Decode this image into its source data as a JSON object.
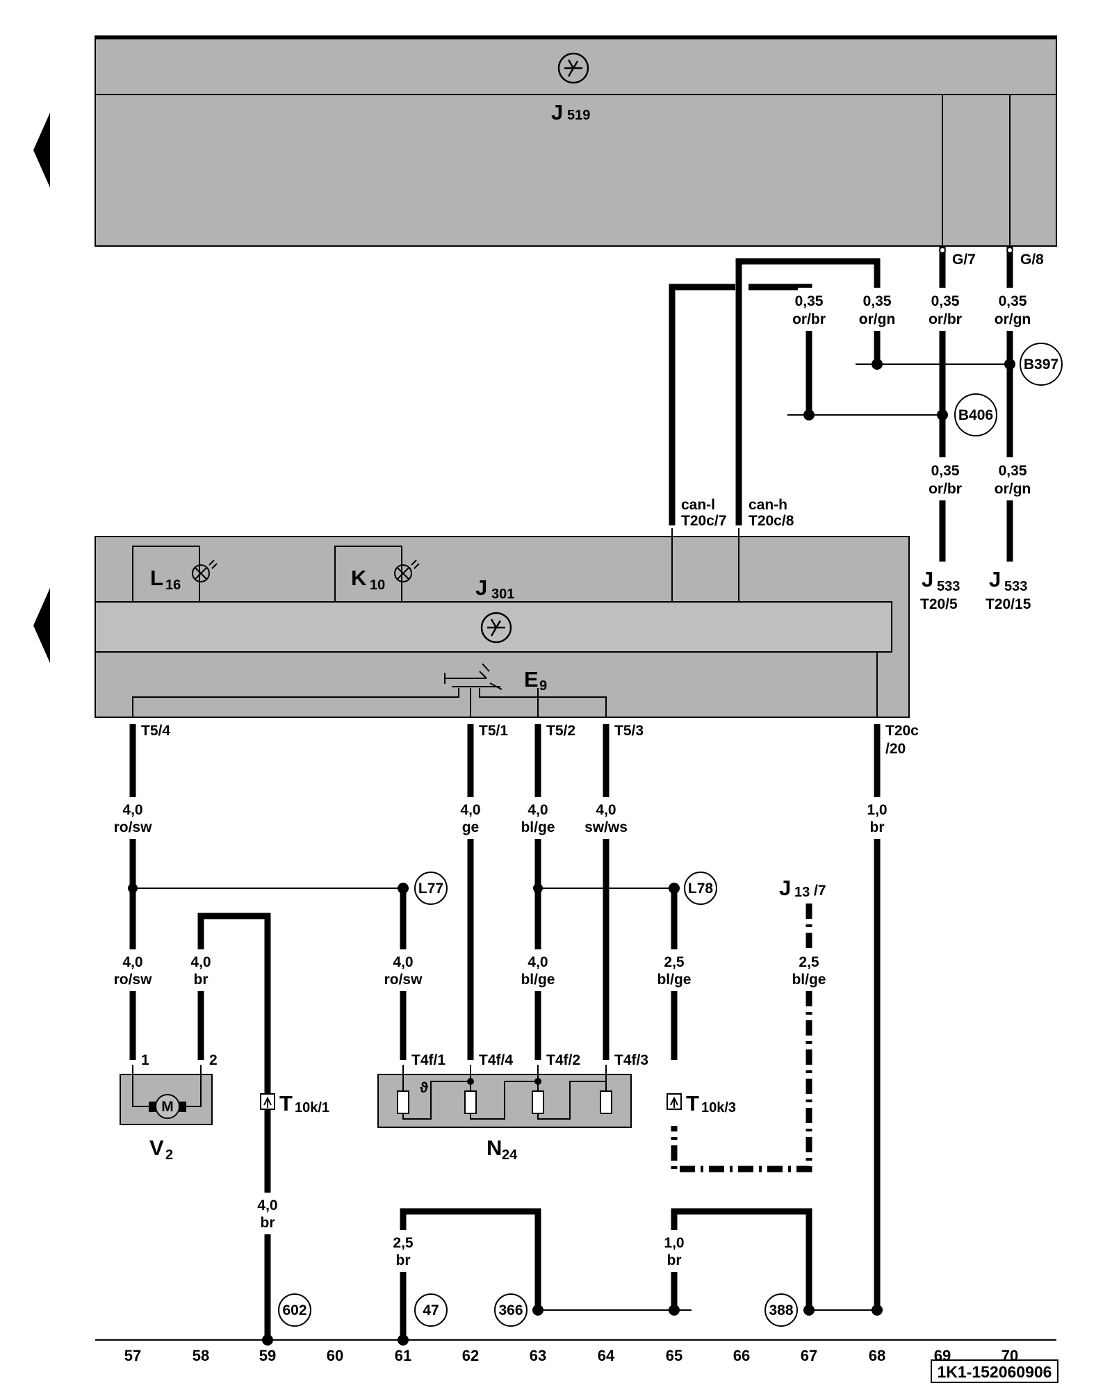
{
  "components": {
    "j519": {
      "name": "J",
      "sub": "519"
    },
    "j301": {
      "name": "J",
      "sub": "301"
    },
    "l16": {
      "name": "L",
      "sub": "16"
    },
    "k10": {
      "name": "K",
      "sub": "10"
    },
    "e9": {
      "name": "E",
      "sub": "9"
    },
    "v2": {
      "name": "V",
      "sub": "2"
    },
    "n24": {
      "name": "N",
      "sub": "24"
    },
    "j533a": {
      "name": "J",
      "sub": "533",
      "pin": "T20/5"
    },
    "j533b": {
      "name": "J",
      "sub": "533",
      "pin": "T20/15"
    },
    "j13": {
      "name": "J",
      "sub": "13",
      "pin": "/7"
    },
    "motor": "M",
    "theta": "ϑ"
  },
  "pins": {
    "g7": "G/7",
    "g8": "G/8",
    "canl1": "can-l",
    "canl2": "T20c/7",
    "canh1": "can-h",
    "canh2": "T20c/8",
    "t54": "T5/4",
    "t51": "T5/1",
    "t52": "T5/2",
    "t53": "T5/3",
    "t20c1": "T20c",
    "t20c2": "/20",
    "v2p1": "1",
    "v2p2": "2",
    "t4f1": "T4f/1",
    "t4f4": "T4f/4",
    "t4f2": "T4f/2",
    "t4f3": "T4f/3"
  },
  "wires": {
    "w1": [
      "0,35",
      "or/br"
    ],
    "w2": [
      "0,35",
      "or/gn"
    ],
    "w3": [
      "0,35",
      "or/br"
    ],
    "w4": [
      "0,35",
      "or/gn"
    ],
    "w5": [
      "0,35",
      "or/br"
    ],
    "w6": [
      "0,35",
      "or/gn"
    ],
    "w7": [
      "4,0",
      "ro/sw"
    ],
    "w8": [
      "4,0",
      "ge"
    ],
    "w9": [
      "4,0",
      "bl/ge"
    ],
    "w10": [
      "4,0",
      "sw/ws"
    ],
    "w11": [
      "1,0",
      "br"
    ],
    "w12": [
      "4,0",
      "ro/sw"
    ],
    "w13": [
      "4,0",
      "br"
    ],
    "w14": [
      "4,0",
      "ro/sw"
    ],
    "w15": [
      "4,0",
      "bl/ge"
    ],
    "w16": [
      "2,5",
      "bl/ge"
    ],
    "w17": [
      "2,5",
      "bl/ge"
    ],
    "w18": [
      "4,0",
      "br"
    ],
    "w19": [
      "2,5",
      "br"
    ],
    "w20": [
      "1,0",
      "br"
    ]
  },
  "connectors": {
    "t10k1": {
      "name": "T",
      "sub": "10k/1"
    },
    "t10k3": {
      "name": "T",
      "sub": "10k/3"
    }
  },
  "circles": {
    "b397": "B397",
    "b406": "B406",
    "l77": "L77",
    "l78": "L78",
    "n602": "602",
    "n47": "47",
    "n366": "366",
    "n388": "388"
  },
  "axis": [
    "57",
    "58",
    "59",
    "60",
    "61",
    "62",
    "63",
    "64",
    "65",
    "66",
    "67",
    "68",
    "69",
    "70"
  ],
  "code": "1K1-152060906"
}
